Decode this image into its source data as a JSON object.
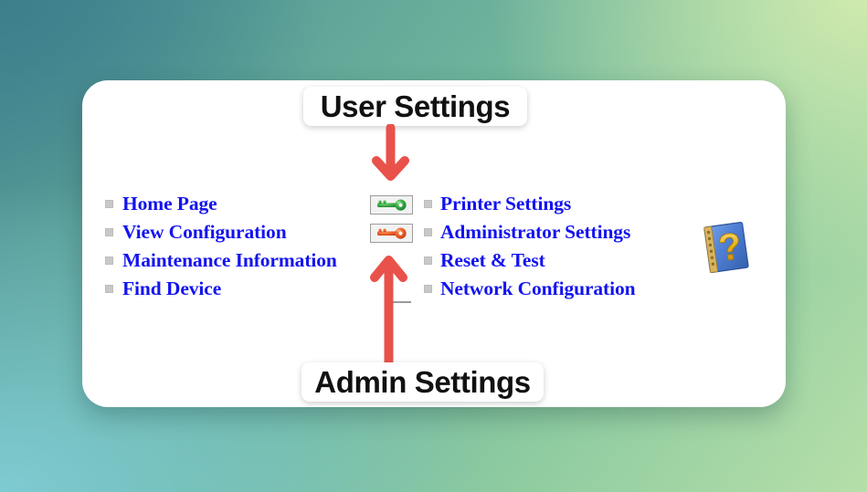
{
  "background": {
    "gradient_from": "#4a8d93",
    "gradient_to": "#b6dfa9",
    "accent_teal": "#7ecbd2",
    "accent_green": "#cfeaae"
  },
  "card": {
    "background_color": "#ffffff"
  },
  "annotations": {
    "accent_color": "#e8524a",
    "top": {
      "label": "User Settings",
      "arrow_direction": "down",
      "points_to": "user-settings-key-icon"
    },
    "bottom": {
      "label": "Admin Settings",
      "arrow_direction": "up",
      "points_to": "admin-settings-key-icon"
    }
  },
  "menu": {
    "link_color": "#1313f0",
    "bullet_color": "#c8c8c8",
    "left_column": [
      {
        "label": "Home Page",
        "name": "home-page"
      },
      {
        "label": "View Configuration",
        "name": "view-configuration"
      },
      {
        "label": "Maintenance Information",
        "name": "maintenance-information"
      },
      {
        "label": "Find Device",
        "name": "find-device"
      }
    ],
    "right_column": [
      {
        "label": "Printer Settings",
        "name": "printer-settings"
      },
      {
        "label": "Administrator Settings",
        "name": "administrator-settings"
      },
      {
        "label": "Reset & Test",
        "name": "reset-and-test"
      },
      {
        "label": "Network Configuration",
        "name": "network-configuration"
      }
    ]
  },
  "icons": {
    "user_key": {
      "name": "green-key-icon",
      "color": "#2e9c3f",
      "meaning": "User Settings"
    },
    "admin_key": {
      "name": "red-key-icon",
      "color": "#d9481f",
      "meaning": "Admin Settings"
    },
    "help_book": {
      "name": "help-book-icon",
      "book_color": "#4f7fd4",
      "mark_color": "#e8b019",
      "glyph": "?"
    }
  }
}
